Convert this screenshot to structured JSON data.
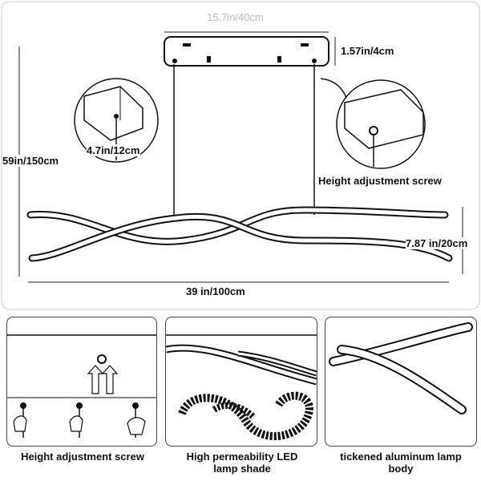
{
  "dimensions": {
    "width_top": "15.7in/40cm",
    "canopy_height": "1.57in/4cm",
    "overall_height": "59in/150cm",
    "canopy_detail": "4.7in/12cm",
    "lamp_height": "7.87 in/20cm",
    "lamp_width": "39 in/100cm"
  },
  "callout": {
    "height_screw_label": "Height adjustment screw"
  },
  "panels": [
    {
      "caption": "Height adjustment screw"
    },
    {
      "caption": "High permeability LED lamp shade"
    },
    {
      "caption": "tickened aluminum lamp body"
    }
  ]
}
